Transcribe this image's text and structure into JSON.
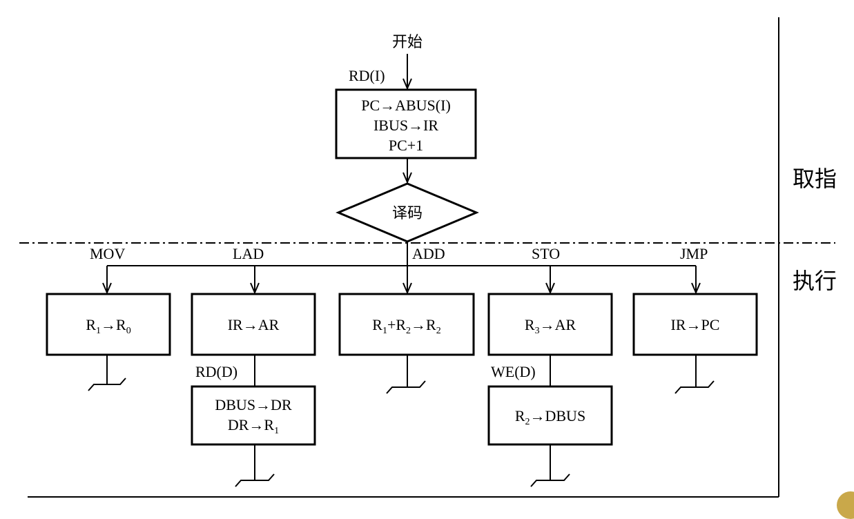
{
  "start": {
    "label": "开始"
  },
  "fetch": {
    "signal": "RD(I)",
    "lines": [
      "PC→ABUS(I)",
      "IBUS→IR",
      "PC+1"
    ]
  },
  "decode": {
    "label": "译码"
  },
  "phases": {
    "fetch": "取指",
    "execute": "执行"
  },
  "branches": [
    {
      "op": "MOV",
      "box": {
        "main": "R",
        "sub1": "1",
        "mid": "→R",
        "sub2": "0"
      }
    },
    {
      "op": "LAD",
      "box": "IR→AR",
      "signal": "RD(D)",
      "second": {
        "line1": "DBUS→DR",
        "line2_main": "DR→R",
        "line2_sub": "1"
      }
    },
    {
      "op": "ADD",
      "box": {
        "p1": "R",
        "s1": "1",
        "p2": "+R",
        "s2": "2",
        "p3": "→R",
        "s3": "2"
      }
    },
    {
      "op": "STO",
      "box": {
        "p1": "R",
        "s1": "3",
        "p2": "→AR"
      },
      "signal": "WE(D)",
      "second": {
        "p1": "R",
        "s1": "2",
        "p2": "→DBUS"
      }
    },
    {
      "op": "JMP",
      "box": "IR→PC"
    }
  ]
}
